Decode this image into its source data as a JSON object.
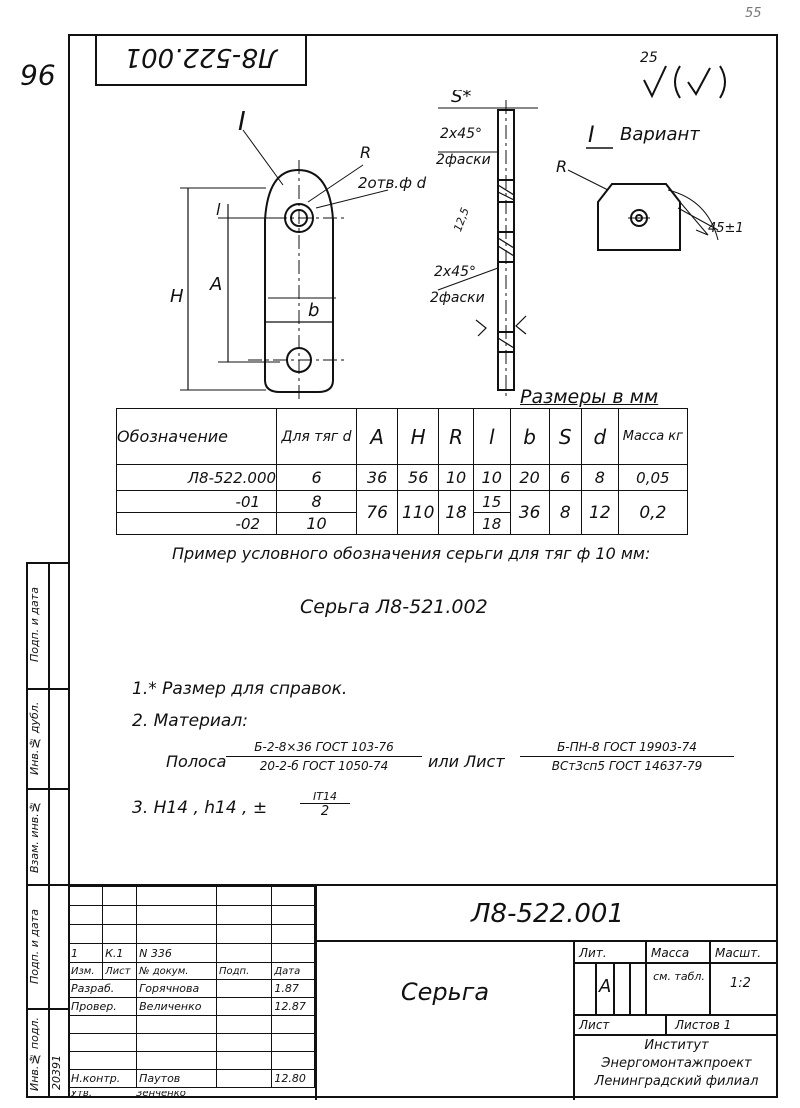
{
  "corner_mark": "55",
  "sheet_mark": "96",
  "stamp_code_mirrored": "Л8-522.001",
  "roughness": "25",
  "drawing": {
    "view_label": "I",
    "label_R": "R",
    "label_holes": "2отв.ф d",
    "label_l": "l",
    "label_A": "A",
    "label_H": "H",
    "label_b": "b",
    "label_S": "S*",
    "chamfer_top": "2x45°",
    "chamfer_top_note": "2фаски",
    "roughness_side": "12,5",
    "chamfer_bottom": "2x45°",
    "chamfer_bottom_note": "2фаски",
    "variant_label": "I",
    "variant_word": "Вариант",
    "variant_R": "R",
    "variant_angle": "45±1"
  },
  "table": {
    "units_note": "Размеры в мм",
    "headers": [
      "Обозначение",
      "Для тяг d",
      "A",
      "H",
      "R",
      "l",
      "b",
      "S",
      "d",
      "Масса кг"
    ],
    "rows": [
      [
        "Л8-522.000",
        "6",
        "36",
        "56",
        "10",
        "10",
        "20",
        "6",
        "8",
        "0,05"
      ],
      [
        "-01",
        "8",
        "76",
        "110",
        "18",
        "15",
        "36",
        "8",
        "12",
        "0,2"
      ],
      [
        "-02",
        "10",
        "",
        "",
        "",
        "18",
        "",
        "",
        "",
        ""
      ]
    ]
  },
  "example_caption": "Пример условного обозначения серьги для тяг ф 10 мм:",
  "example_value": "Серьга Л8-521.002",
  "notes": {
    "n1": "1.* Размер для справок.",
    "n2": "2. Материал:",
    "strip_word": "Полоса",
    "strip_top": "Б-2-8×36 ГОСТ 103-76",
    "strip_bottom": "20-2-б ГОСТ 1050-74",
    "or_sheet": "или Лист",
    "sheet_top": "Б-ПН-8 ГОСТ 19903-74",
    "sheet_bottom": "ВСт3сп5 ГОСТ 14637-79",
    "n3": "3. H14 , h14 , ±",
    "tol_top": "IT14",
    "tol_bottom": "2"
  },
  "side_labels": [
    "Подп. и дата",
    "Инв.№ дубл.",
    "Взам. инв.№",
    "Подп. и дата",
    "Инв.№ подл."
  ],
  "side_number": "20391",
  "title_block": {
    "code": "Л8-522.001",
    "name": "Серьга",
    "rev_row": [
      "1",
      "К.1",
      "N 336",
      "",
      ""
    ],
    "headers": [
      "Изм.",
      "Лист",
      "№ докум.",
      "Подп.",
      "Дата"
    ],
    "rows": [
      [
        "Разраб.",
        "Горячнова",
        "",
        "1.87"
      ],
      [
        "Провер.",
        "Величенко",
        "",
        "12.87"
      ],
      [
        "",
        "",
        "",
        ""
      ],
      [
        "Н.контр.",
        "Паутов",
        "",
        "12.80"
      ],
      [
        "Утв.",
        "Зенченко",
        "",
        ""
      ]
    ],
    "lit_label": "Лит.",
    "mass_label": "Масса",
    "scale_label": "Масшт.",
    "lit_value": "А",
    "mass_value": "см. табл.",
    "scale_value": "1:2",
    "sheet_label": "Лист",
    "sheets_label": "Листов 1",
    "org_line1": "Институт",
    "org_line2": "Энергомонтажпроект",
    "org_line3": "Ленинградский филиал"
  }
}
